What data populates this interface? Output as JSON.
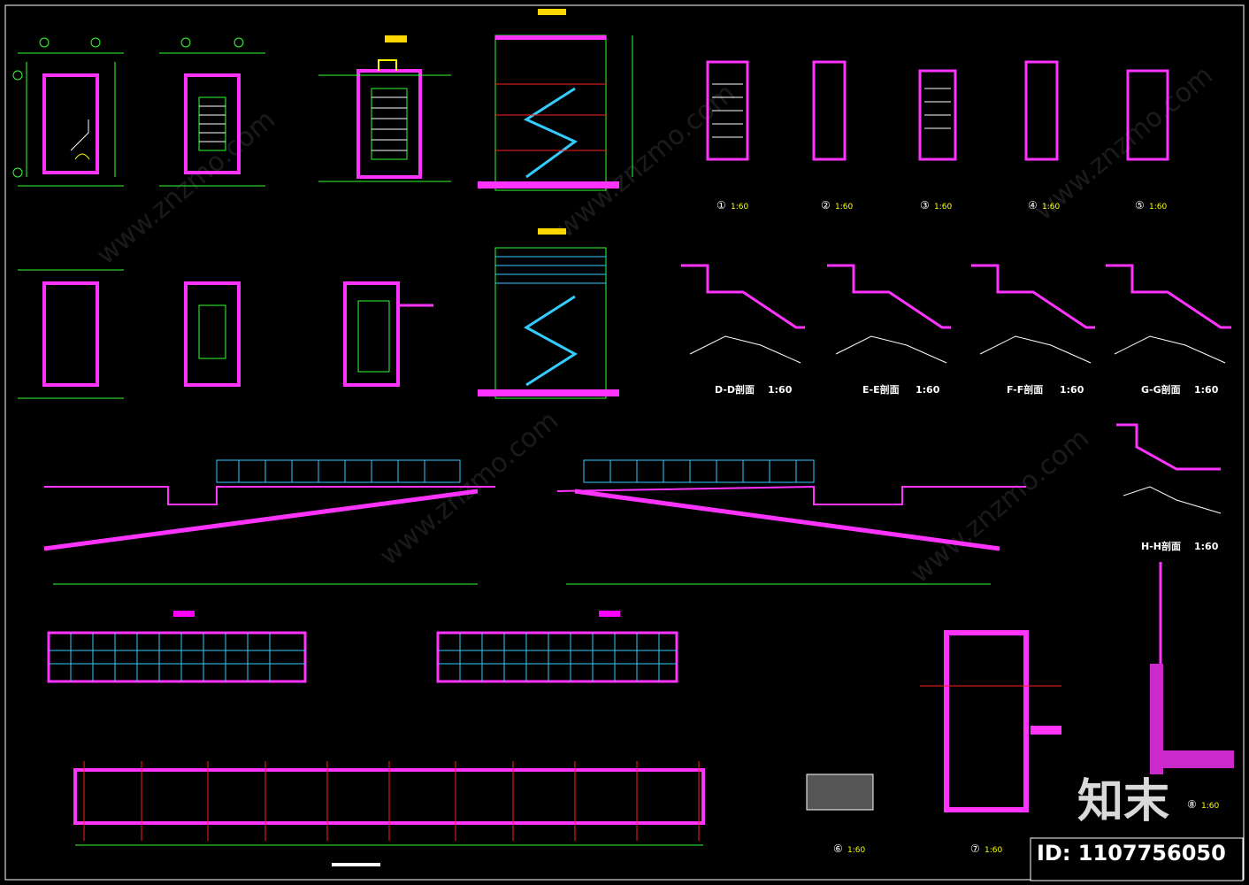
{
  "section_labels": {
    "dd": "D-D剖面",
    "ee": "E-E剖面",
    "ff": "F-F剖面",
    "gg": "G-G剖面",
    "hh": "H-H剖面",
    "scale": "1:60"
  },
  "detail_numbers": [
    "①",
    "②",
    "③",
    "④",
    "⑤",
    "⑥",
    "⑦",
    "⑧"
  ],
  "detail_scale": "1:60",
  "brand_mark": "知末",
  "id_tag": "ID: 1107756050",
  "watermark": "www.znzmo.com",
  "colors": {
    "background": "#000000",
    "wall": "#ff33ff",
    "grid": "#33ff33",
    "axis": "#ff2020",
    "stair": "#ffffff",
    "rail": "#33ccff",
    "text": "#ffff00",
    "tag": "#ff00ff"
  },
  "icons": [
    "stair-plan-icon",
    "section-icon",
    "ramp-section-icon",
    "axis-bubble-icon"
  ]
}
